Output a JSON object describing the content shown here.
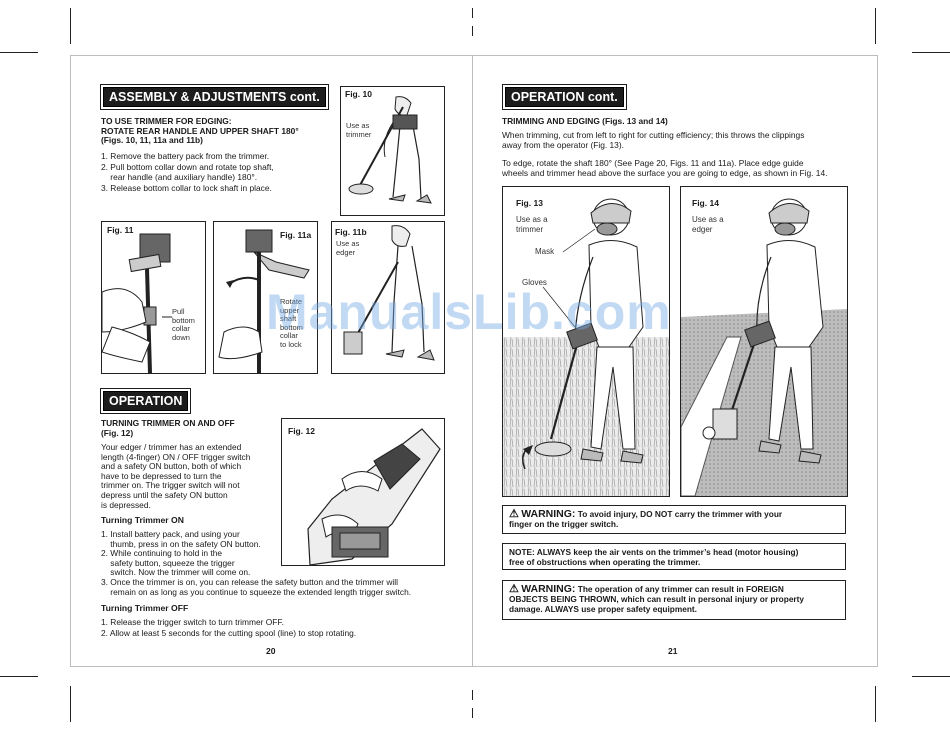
{
  "left": {
    "header": "ASSEMBLY & ADJUSTMENTS cont.",
    "edging_title_1": "TO USE TRIMMER FOR EDGING:",
    "edging_title_2": "ROTATE REAR HANDLE AND UPPER SHAFT 180°",
    "edging_title_3": "(Figs. 10, 11, 11a and 11b)",
    "steps": [
      "1. Remove the battery pack from the trimmer.",
      "2. Pull bottom collar down and rotate top shaft,",
      "    rear handle (and auxiliary handle) 180°.",
      "3. Release bottom collar to lock shaft in place."
    ],
    "fig10": {
      "label": "Fig. 10",
      "caption_1": "Use as",
      "caption_2": "trimmer"
    },
    "fig11": {
      "label": "Fig. 11",
      "caption_1": "Pull",
      "caption_2": "bottom",
      "caption_3": "collar",
      "caption_4": "down"
    },
    "fig11a": {
      "label": "Fig. 11a",
      "caption_1": "Rotate",
      "caption_2": "upper",
      "caption_3": "shaft",
      "caption_4": "bottom",
      "caption_5": "collar",
      "caption_6": "to lock"
    },
    "fig11b": {
      "label": "Fig. 11b",
      "caption_1": "Use as",
      "caption_2": "edger"
    },
    "operation_header": "OPERATION",
    "onoff_title_1": "TURNING TRIMMER ON AND OFF",
    "onoff_title_2": "(Fig. 12)",
    "onoff_body": [
      "Your edger / trimmer has an extended",
      "length (4-finger) ON / OFF trigger switch",
      "and a safety ON button, both of which",
      "have to be depressed to turn the",
      "trimmer on. The trigger switch will not",
      "depress until the safety ON button",
      "is depressed."
    ],
    "fig12": {
      "label": "Fig. 12"
    },
    "on_title": "Turning Trimmer ON",
    "on_steps": [
      "1. Install battery pack, and using your",
      "    thumb, press in on the safety ON button.",
      "2. While continuing to hold in the",
      "    safety button, squeeze the trigger",
      "    switch. Now the trimmer will come on.",
      "3. Once the trimmer is on, you can release the safety button and the trimmer will",
      "    remain on as long as you continue to squeeze the extended length trigger switch."
    ],
    "off_title": "Turning Trimmer OFF",
    "off_steps": [
      "1. Release the trigger switch to turn trimmer OFF.",
      "2. Allow at least 5 seconds for the cutting spool (line) to stop rotating."
    ],
    "page_number": "20"
  },
  "right": {
    "header": "OPERATION cont.",
    "trim_title": "TRIMMING AND EDGING (Figs. 13 and 14)",
    "trim_body_1": [
      "When trimming, cut from left to right for cutting efficiency; this throws the clippings",
      "away from the operator (Fig. 13)."
    ],
    "trim_body_2": [
      "To edge, rotate the shaft 180° (See Page 20, Figs. 11 and 11a). Place edge guide",
      "wheels and trimmer head above the surface you are going to edge, as shown in Fig. 14."
    ],
    "fig13": {
      "label": "Fig. 13",
      "caption_1": "Use as a",
      "caption_2": "trimmer",
      "mask": "Mask",
      "gloves": "Gloves"
    },
    "fig14": {
      "label": "Fig. 14",
      "caption_1": "Use as a",
      "caption_2": "edger"
    },
    "warning1_title": "WARNING:",
    "warning1_body_1": "To avoid injury, DO NOT carry the trimmer with your",
    "warning1_body_2": "finger on the trigger switch.",
    "note_1": "NOTE: ALWAYS keep the air vents on the trimmer’s head (motor housing)",
    "note_2": "free of obstructions when operating the trimmer.",
    "warning2_title": "WARNING:",
    "warning2_body_1": "The operation of any trimmer can result in FOREIGN",
    "warning2_body_2": "OBJECTS BEING THROWN, which can result in personal injury or property",
    "warning2_body_3": "damage.  ALWAYS use proper safety equipment.",
    "page_number": "21"
  },
  "watermark": "ManualsLib.com",
  "icons": {
    "warning": "warning-triangle-icon"
  }
}
